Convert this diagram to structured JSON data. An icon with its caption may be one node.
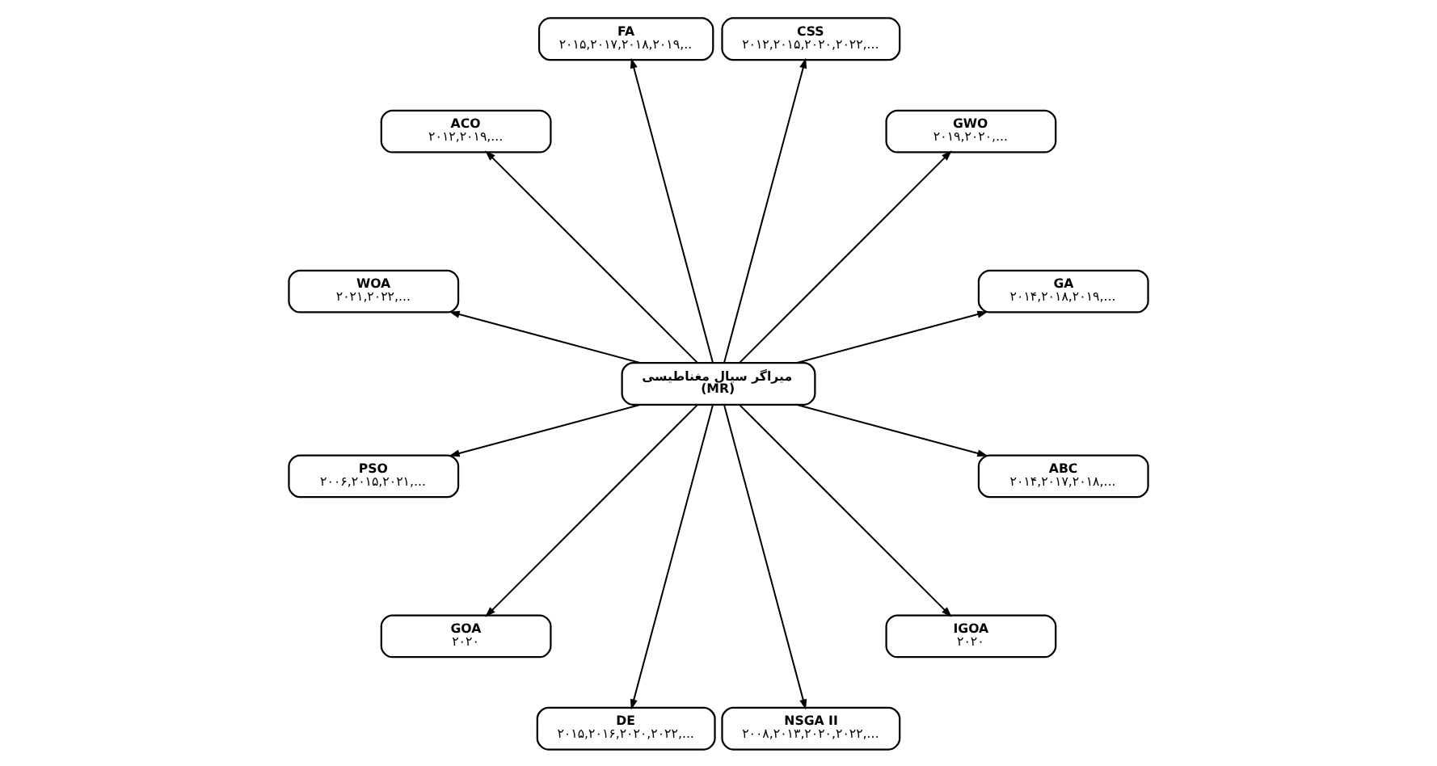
{
  "diagram": {
    "nodes": [
      {
        "text": [
          "میراگر سیال مغناطیسی (MR)"
        ]
      },
      {
        "text": [
          "GA",
          "۲۰۱۴,۲۰۱۸,۲۰۱۹,..."
        ]
      },
      {
        "text": [
          "GWO",
          "۲۰۱۹,۲۰۲۰,..."
        ]
      },
      {
        "text": [
          "CSS",
          "۲۰۱۲,۲۰۱۵,۲۰۲۰,۲۰۲۲,..."
        ]
      },
      {
        "text": [
          "FA",
          "۲۰۱۵,۲۰۱۷,۲۰۱۸,۲۰۱۹,.."
        ]
      },
      {
        "text": [
          "ACO",
          "۲۰۱۲,۲۰۱۹,..."
        ]
      },
      {
        "text": [
          "WOA",
          "۲۰۲۱,۲۰۲۲,..."
        ]
      },
      {
        "text": [
          "PSO",
          "۲۰۰۶,۲۰۱۵,۲۰۲۱,..."
        ]
      },
      {
        "text": [
          "GOA",
          "۲۰۲۰"
        ]
      },
      {
        "text": [
          "DE",
          "۲۰۱۵,۲۰۱۶,۲۰۲۰,۲۰۲۲,..."
        ]
      },
      {
        "text": [
          "NSGA II",
          "۲۰۰۸,۲۰۱۳,۲۰۲۰,۲۰۲۲,..."
        ]
      },
      {
        "text": [
          "IGOA",
          "۲۰۲۰"
        ]
      },
      {
        "text": [
          "ABC",
          "۲۰۱۴,۲۰۱۷,۲۰۱۸,..."
        ]
      }
    ],
    "edges": [
      {
        "from": 0,
        "to": 1,
        "arrow": "to"
      },
      {
        "from": 0,
        "to": 2,
        "arrow": "to"
      },
      {
        "from": 0,
        "to": 3,
        "arrow": "to"
      },
      {
        "from": 0,
        "to": 4,
        "arrow": "to"
      },
      {
        "from": 0,
        "to": 5,
        "arrow": "to"
      },
      {
        "from": 0,
        "to": 6,
        "arrow": "to"
      },
      {
        "from": 0,
        "to": 7,
        "arrow": "to"
      },
      {
        "from": 0,
        "to": 8,
        "arrow": "to"
      },
      {
        "from": 0,
        "to": 9,
        "arrow": "to"
      },
      {
        "from": 0,
        "to": 10,
        "arrow": "to"
      },
      {
        "from": 0,
        "to": 11,
        "arrow": "to"
      },
      {
        "from": 0,
        "to": 12,
        "arrow": "to"
      }
    ]
  }
}
